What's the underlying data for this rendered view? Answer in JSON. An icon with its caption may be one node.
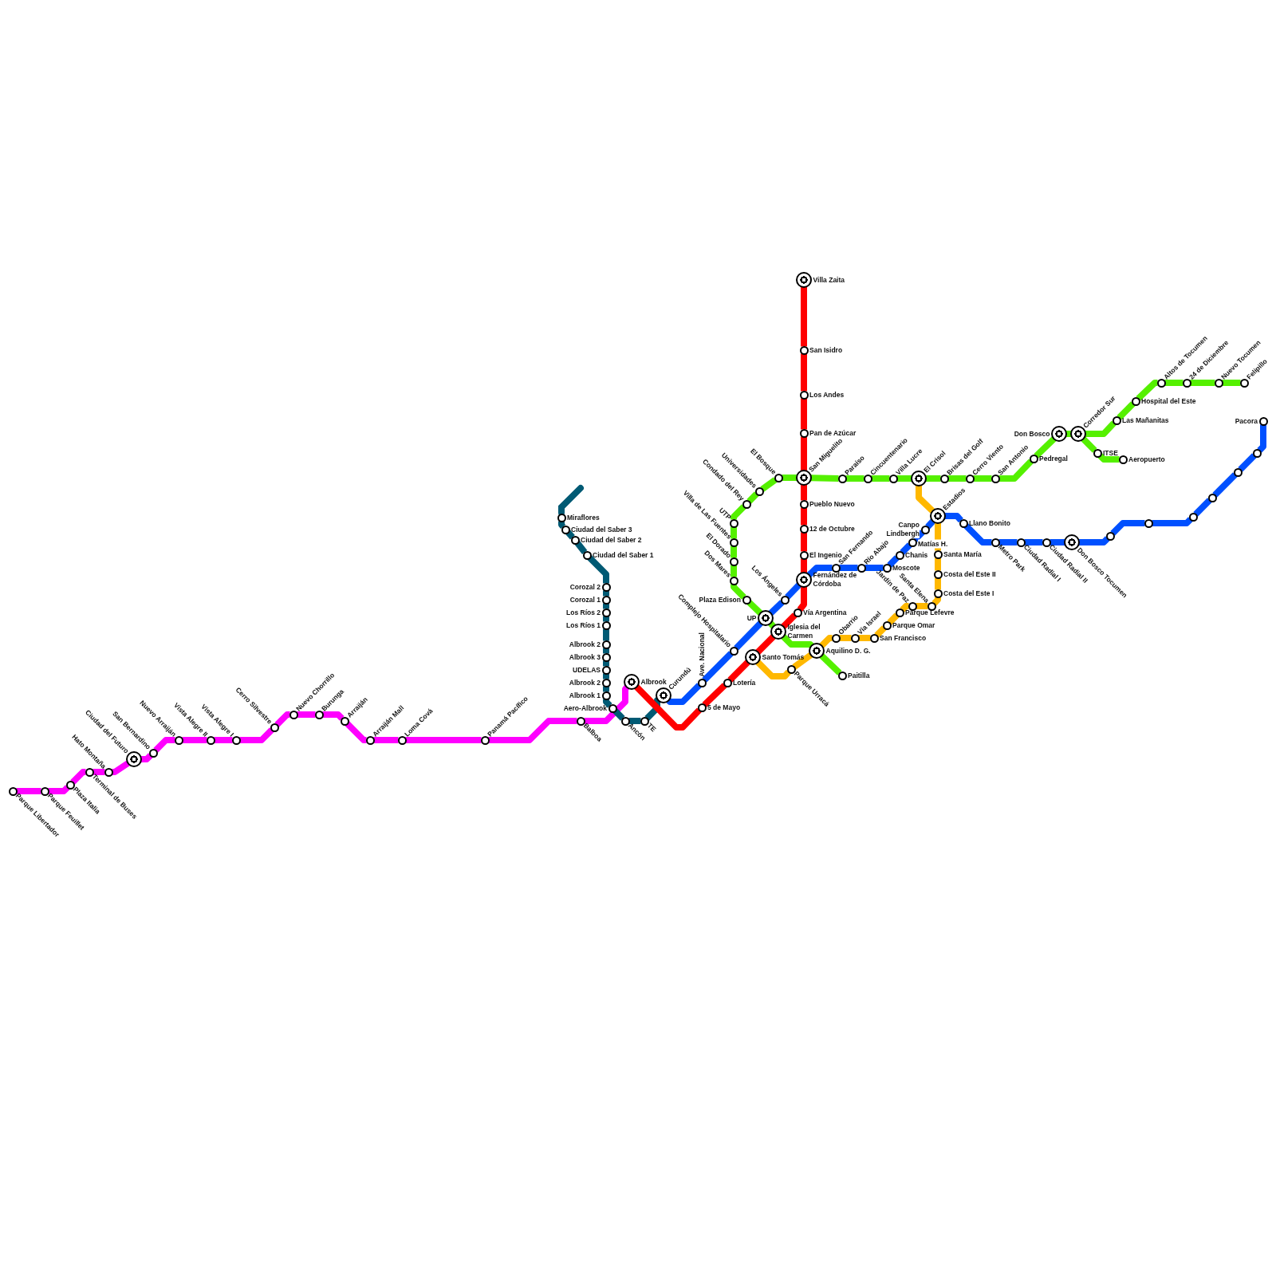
{
  "diagram": {
    "nodes": [
      {
        "text": [
          "Parque Libertador"
        ]
      },
      {
        "text": [
          "Parque Feuillet"
        ]
      },
      {
        "text": [
          "Plaza Italia"
        ]
      },
      {
        "text": [
          "Terminal de Buses"
        ]
      },
      {
        "text": [
          "Hato Montaña"
        ]
      },
      {
        "text": [
          "Ciudad del Futuro"
        ]
      },
      {
        "text": [
          "San Bernardino"
        ]
      },
      {
        "text": [
          "Nuevo Arraiján"
        ]
      },
      {
        "text": [
          "Vista Alegre II"
        ]
      },
      {
        "text": [
          "Vista Alegre I"
        ]
      },
      {
        "text": [
          "Cerro Silvestre"
        ]
      },
      {
        "text": [
          "Nuevo Chorrillo"
        ]
      },
      {
        "text": [
          "Burunga"
        ]
      },
      {
        "text": [
          "Arraiján"
        ]
      },
      {
        "text": [
          "Arraiján Mall"
        ]
      },
      {
        "text": [
          "Loma Cová"
        ]
      },
      {
        "text": [
          "Panamá Pacífico"
        ]
      },
      {
        "text": [
          "Balboa"
        ]
      },
      {
        "text": [
          "Albrook"
        ]
      },
      {
        "text": [
          "Miraflores"
        ]
      },
      {
        "text": [
          "Ciudad del Saber 3"
        ]
      },
      {
        "text": [
          "Ciudad del Saber 2"
        ]
      },
      {
        "text": [
          "Ciudad del Saber 1"
        ]
      },
      {
        "text": [
          "Corozal 2"
        ]
      },
      {
        "text": [
          "Corozal 1"
        ]
      },
      {
        "text": [
          "Los Ríos 2"
        ]
      },
      {
        "text": [
          "Los Ríos 1"
        ]
      },
      {
        "text": [
          "Albrook 2"
        ]
      },
      {
        "text": [
          "Albrook 3"
        ]
      },
      {
        "text": [
          "UDELAS"
        ]
      },
      {
        "text": [
          "Albrook 2"
        ]
      },
      {
        "text": [
          "Albrook 1"
        ]
      },
      {
        "text": [
          "Aero-Albrook"
        ]
      },
      {
        "text": [
          "Ancón"
        ]
      },
      {
        "text": [
          "TE"
        ]
      },
      {
        "text": [
          "Curundú"
        ]
      },
      {
        "text": [
          "Ave. Nacional"
        ]
      },
      {
        "text": [
          "Complejo Hospitalario"
        ]
      },
      {
        "text": [
          "UP"
        ]
      },
      {
        "text": [
          "Los Ángeles"
        ]
      },
      {
        "text": [
          "Fernández de Córdoba"
        ]
      },
      {
        "text": [
          "San Fernando"
        ]
      },
      {
        "text": [
          "Río Abajo"
        ]
      },
      {
        "text": [
          "Moscote"
        ]
      },
      {
        "text": [
          "Chanis"
        ]
      },
      {
        "text": [
          "Matías H."
        ]
      },
      {
        "text": [
          "Canpo Lindbergh"
        ]
      },
      {
        "text": [
          "Estadios"
        ]
      },
      {
        "text": [
          "Llano Bonito"
        ]
      },
      {
        "text": [
          "Metro Park"
        ]
      },
      {
        "text": [
          "Ciudad Radial I"
        ]
      },
      {
        "text": [
          "Ciudad Radial II"
        ]
      },
      {
        "text": [
          "Don Bosco Tocumen"
        ]
      },
      {
        "text": [],
        "shape": "circle"
      },
      {
        "text": [],
        "shape": "circle"
      },
      {
        "text": [],
        "shape": "circle"
      },
      {
        "text": [],
        "shape": "circle"
      },
      {
        "text": [],
        "shape": "circle"
      },
      {
        "text": [],
        "shape": "circle"
      },
      {
        "text": [
          "Pacora"
        ]
      },
      {
        "text": [
          "Villa Zaita"
        ]
      },
      {
        "text": [
          "San Isidro"
        ]
      },
      {
        "text": [
          "Los Andes"
        ]
      },
      {
        "text": [
          "Pan de Azúcar"
        ]
      },
      {
        "text": [
          "San Miguelito"
        ]
      },
      {
        "text": [
          "Pueblo Nuevo"
        ]
      },
      {
        "text": [
          "12 de Octubre"
        ]
      },
      {
        "text": [
          "El Ingenio"
        ]
      },
      {
        "text": [
          "Vía Argentina"
        ]
      },
      {
        "text": [
          "Iglesia del Carmen"
        ]
      },
      {
        "text": [
          "Santo Tomás"
        ]
      },
      {
        "text": [
          "Lotería"
        ]
      },
      {
        "text": [
          "5 de Mayo"
        ]
      },
      {
        "text": [
          "Paitilla"
        ]
      },
      {
        "text": [
          "Aquilino D. G."
        ]
      },
      {
        "text": [
          "Plaza Edison"
        ]
      },
      {
        "text": [
          "Dos Mares"
        ]
      },
      {
        "text": [
          "El Dorado"
        ]
      },
      {
        "text": [
          "Villa de Las Fuentes"
        ]
      },
      {
        "text": [
          "UTP"
        ]
      },
      {
        "text": [
          "Condado del Rey"
        ]
      },
      {
        "text": [
          "Universidades"
        ]
      },
      {
        "text": [
          "El Bosque"
        ]
      },
      {
        "text": [
          "Paraíso"
        ]
      },
      {
        "text": [
          "Cincuentenario"
        ]
      },
      {
        "text": [
          "Villa Lucre"
        ]
      },
      {
        "text": [
          "El Crisol"
        ]
      },
      {
        "text": [
          "Brisas del Golf"
        ]
      },
      {
        "text": [
          "Cerro Viento"
        ]
      },
      {
        "text": [
          "San Antonio"
        ]
      },
      {
        "text": [
          "Pedregal"
        ]
      },
      {
        "text": [
          "Don Bosco"
        ]
      },
      {
        "text": [
          "Corredor Sur"
        ]
      },
      {
        "text": [
          "Las Mañanitas"
        ]
      },
      {
        "text": [
          "Hospital del Este"
        ]
      },
      {
        "text": [
          "Altos de Tocumen"
        ]
      },
      {
        "text": [
          "24 de Diciembre"
        ]
      },
      {
        "text": [
          "Nuevo Tocumen"
        ]
      },
      {
        "text": [
          "Felipillo"
        ]
      },
      {
        "text": [
          "ITSE"
        ]
      },
      {
        "text": [
          "Aeropuerto"
        ]
      },
      {
        "text": [
          "Santa María"
        ]
      },
      {
        "text": [
          "Costa del Este II"
        ]
      },
      {
        "text": [
          "Costa del Este I"
        ]
      },
      {
        "text": [
          "Santa Elena"
        ]
      },
      {
        "text": [
          "Jardín de Paz"
        ]
      },
      {
        "text": [
          "Parque Lefevre"
        ]
      },
      {
        "text": [
          "Parque Omar"
        ]
      },
      {
        "text": [
          "San Francisco"
        ]
      },
      {
        "text": [
          "Vía Israel"
        ]
      },
      {
        "text": [
          "Obarrio"
        ]
      },
      {
        "text": [
          "Parque Urracá"
        ]
      }
    ],
    "edges": [
      {
        "from": 0,
        "to": 1,
        "arrow": "none",
        "color": "#ff00ff"
      },
      {
        "from": 1,
        "to": 2,
        "arrow": "none",
        "color": "#ff00ff"
      },
      {
        "from": 2,
        "to": 3,
        "arrow": "none",
        "color": "#ff00ff"
      },
      {
        "from": 3,
        "to": 4,
        "arrow": "none",
        "color": "#ff00ff"
      },
      {
        "from": 4,
        "to": 5,
        "arrow": "none",
        "color": "#ff00ff"
      },
      {
        "from": 5,
        "to": 6,
        "arrow": "none",
        "color": "#ff00ff"
      },
      {
        "from": 6,
        "to": 7,
        "arrow": "none",
        "color": "#ff00ff"
      },
      {
        "from": 7,
        "to": 8,
        "arrow": "none",
        "color": "#ff00ff"
      },
      {
        "from": 8,
        "to": 9,
        "arrow": "none",
        "color": "#ff00ff"
      },
      {
        "from": 9,
        "to": 10,
        "arrow": "none",
        "color": "#ff00ff"
      },
      {
        "from": 10,
        "to": 11,
        "arrow": "none",
        "color": "#ff00ff"
      },
      {
        "from": 11,
        "to": 12,
        "arrow": "none",
        "color": "#ff00ff"
      },
      {
        "from": 12,
        "to": 13,
        "arrow": "none",
        "color": "#ff00ff"
      },
      {
        "from": 13,
        "to": 14,
        "arrow": "none",
        "color": "#ff00ff"
      },
      {
        "from": 14,
        "to": 15,
        "arrow": "none",
        "color": "#ff00ff"
      },
      {
        "from": 15,
        "to": 16,
        "arrow": "none",
        "color": "#ff00ff"
      },
      {
        "from": 16,
        "to": 17,
        "arrow": "none",
        "color": "#ff00ff"
      },
      {
        "from": 17,
        "to": 18,
        "arrow": "none",
        "color": "#ff00ff"
      },
      {
        "from": 19,
        "to": 20,
        "arrow": "none",
        "color": "#005a74"
      },
      {
        "from": 20,
        "to": 21,
        "arrow": "none",
        "color": "#005a74"
      },
      {
        "from": 21,
        "to": 22,
        "arrow": "none",
        "color": "#005a74"
      },
      {
        "from": 22,
        "to": 23,
        "arrow": "none",
        "color": "#005a74"
      },
      {
        "from": 23,
        "to": 24,
        "arrow": "none",
        "color": "#005a74"
      },
      {
        "from": 24,
        "to": 25,
        "arrow": "none",
        "color": "#005a74"
      },
      {
        "from": 25,
        "to": 26,
        "arrow": "none",
        "color": "#005a74"
      },
      {
        "from": 26,
        "to": 27,
        "arrow": "none",
        "color": "#005a74"
      },
      {
        "from": 27,
        "to": 28,
        "arrow": "none",
        "color": "#005a74"
      },
      {
        "from": 28,
        "to": 29,
        "arrow": "none",
        "color": "#005a74"
      },
      {
        "from": 29,
        "to": 30,
        "arrow": "none",
        "color": "#005a74"
      },
      {
        "from": 30,
        "to": 31,
        "arrow": "none",
        "color": "#005a74"
      },
      {
        "from": 31,
        "to": 32,
        "arrow": "none",
        "color": "#005a74"
      },
      {
        "from": 32,
        "to": 33,
        "arrow": "none",
        "color": "#005a74"
      },
      {
        "from": 33,
        "to": 34,
        "arrow": "none",
        "color": "#005a74"
      },
      {
        "from": 34,
        "to": 35,
        "arrow": "none",
        "color": "#005a74"
      },
      {
        "from": 35,
        "to": 36,
        "arrow": "none",
        "color": "#0050ff"
      },
      {
        "from": 36,
        "to": 37,
        "arrow": "none",
        "color": "#0050ff"
      },
      {
        "from": 37,
        "to": 38,
        "arrow": "none",
        "color": "#0050ff"
      },
      {
        "from": 38,
        "to": 39,
        "arrow": "none",
        "color": "#0050ff"
      },
      {
        "from": 39,
        "to": 40,
        "arrow": "none",
        "color": "#0050ff"
      },
      {
        "from": 40,
        "to": 41,
        "arrow": "none",
        "color": "#0050ff"
      },
      {
        "from": 41,
        "to": 42,
        "arrow": "none",
        "color": "#0050ff"
      },
      {
        "from": 42,
        "to": 43,
        "arrow": "none",
        "color": "#0050ff"
      },
      {
        "from": 43,
        "to": 44,
        "arrow": "none",
        "color": "#0050ff"
      },
      {
        "from": 44,
        "to": 45,
        "arrow": "none",
        "color": "#0050ff"
      },
      {
        "from": 45,
        "to": 46,
        "arrow": "none",
        "color": "#0050ff"
      },
      {
        "from": 46,
        "to": 47,
        "arrow": "none",
        "color": "#0050ff"
      },
      {
        "from": 47,
        "to": 48,
        "arrow": "none",
        "color": "#0050ff"
      },
      {
        "from": 48,
        "to": 49,
        "arrow": "none",
        "color": "#0050ff"
      },
      {
        "from": 49,
        "to": 50,
        "arrow": "none",
        "color": "#0050ff"
      },
      {
        "from": 50,
        "to": 51,
        "arrow": "none",
        "color": "#0050ff"
      },
      {
        "from": 51,
        "to": 52,
        "arrow": "none",
        "color": "#0050ff"
      },
      {
        "from": 52,
        "to": 53,
        "arrow": "none",
        "color": "#0050ff"
      },
      {
        "from": 53,
        "to": 54,
        "arrow": "none",
        "color": "#0050ff"
      },
      {
        "from": 54,
        "to": 55,
        "arrow": "none",
        "color": "#0050ff"
      },
      {
        "from": 55,
        "to": 56,
        "arrow": "none",
        "color": "#0050ff"
      },
      {
        "from": 56,
        "to": 57,
        "arrow": "none",
        "color": "#0050ff"
      },
      {
        "from": 57,
        "to": 58,
        "arrow": "none",
        "color": "#0050ff"
      },
      {
        "from": 58,
        "to": 59,
        "arrow": "none",
        "color": "#0050ff"
      },
      {
        "from": 60,
        "to": 61,
        "arrow": "none",
        "color": "#ff0000"
      },
      {
        "from": 61,
        "to": 62,
        "arrow": "none",
        "color": "#ff0000"
      },
      {
        "from": 62,
        "to": 63,
        "arrow": "none",
        "color": "#ff0000"
      },
      {
        "from": 63,
        "to": 64,
        "arrow": "none",
        "color": "#ff0000"
      },
      {
        "from": 64,
        "to": 65,
        "arrow": "none",
        "color": "#ff0000"
      },
      {
        "from": 65,
        "to": 66,
        "arrow": "none",
        "color": "#ff0000"
      },
      {
        "from": 66,
        "to": 67,
        "arrow": "none",
        "color": "#ff0000"
      },
      {
        "from": 67,
        "to": 40,
        "arrow": "none",
        "color": "#ff0000"
      },
      {
        "from": 40,
        "to": 68,
        "arrow": "none",
        "color": "#ff0000"
      },
      {
        "from": 68,
        "to": 69,
        "arrow": "none",
        "color": "#ff0000"
      },
      {
        "from": 69,
        "to": 70,
        "arrow": "none",
        "color": "#ff0000"
      },
      {
        "from": 70,
        "to": 71,
        "arrow": "none",
        "color": "#ff0000"
      },
      {
        "from": 71,
        "to": 72,
        "arrow": "none",
        "color": "#ff0000"
      },
      {
        "from": 72,
        "to": 18,
        "arrow": "none",
        "color": "#ff0000"
      },
      {
        "from": 73,
        "to": 74,
        "arrow": "none",
        "color": "#55f000"
      },
      {
        "from": 74,
        "to": 69,
        "arrow": "none",
        "color": "#55f000"
      },
      {
        "from": 69,
        "to": 38,
        "arrow": "none",
        "color": "#55f000"
      },
      {
        "from": 38,
        "to": 75,
        "arrow": "none",
        "color": "#55f000"
      },
      {
        "from": 75,
        "to": 76,
        "arrow": "none",
        "color": "#55f000"
      },
      {
        "from": 76,
        "to": 77,
        "arrow": "none",
        "color": "#55f000"
      },
      {
        "from": 77,
        "to": 78,
        "arrow": "none",
        "color": "#55f000"
      },
      {
        "from": 78,
        "to": 79,
        "arrow": "none",
        "color": "#55f000"
      },
      {
        "from": 79,
        "to": 80,
        "arrow": "none",
        "color": "#55f000"
      },
      {
        "from": 80,
        "to": 81,
        "arrow": "none",
        "color": "#55f000"
      },
      {
        "from": 81,
        "to": 82,
        "arrow": "none",
        "color": "#55f000"
      },
      {
        "from": 82,
        "to": 64,
        "arrow": "none",
        "color": "#55f000"
      },
      {
        "from": 64,
        "to": 83,
        "arrow": "none",
        "color": "#55f000"
      },
      {
        "from": 83,
        "to": 84,
        "arrow": "none",
        "color": "#55f000"
      },
      {
        "from": 84,
        "to": 85,
        "arrow": "none",
        "color": "#55f000"
      },
      {
        "from": 85,
        "to": 86,
        "arrow": "none",
        "color": "#55f000"
      },
      {
        "from": 86,
        "to": 87,
        "arrow": "none",
        "color": "#55f000"
      },
      {
        "from": 87,
        "to": 88,
        "arrow": "none",
        "color": "#55f000"
      },
      {
        "from": 88,
        "to": 89,
        "arrow": "none",
        "color": "#55f000"
      },
      {
        "from": 89,
        "to": 90,
        "arrow": "none",
        "color": "#55f000"
      },
      {
        "from": 90,
        "to": 91,
        "arrow": "none",
        "color": "#55f000"
      },
      {
        "from": 91,
        "to": 92,
        "arrow": "none",
        "color": "#55f000"
      },
      {
        "from": 92,
        "to": 93,
        "arrow": "none",
        "color": "#55f000"
      },
      {
        "from": 93,
        "to": 94,
        "arrow": "none",
        "color": "#55f000"
      },
      {
        "from": 94,
        "to": 95,
        "arrow": "none",
        "color": "#55f000"
      },
      {
        "from": 95,
        "to": 96,
        "arrow": "none",
        "color": "#55f000"
      },
      {
        "from": 96,
        "to": 97,
        "arrow": "none",
        "color": "#55f000"
      },
      {
        "from": 97,
        "to": 98,
        "arrow": "none",
        "color": "#55f000"
      },
      {
        "from": 92,
        "to": 99,
        "arrow": "none",
        "color": "#55f000"
      },
      {
        "from": 99,
        "to": 100,
        "arrow": "none",
        "color": "#55f000"
      },
      {
        "from": 86,
        "to": 47,
        "arrow": "none",
        "color": "#ffb800"
      },
      {
        "from": 47,
        "to": 101,
        "arrow": "none",
        "color": "#ffb800"
      },
      {
        "from": 101,
        "to": 102,
        "arrow": "none",
        "color": "#ffb800"
      },
      {
        "from": 102,
        "to": 103,
        "arrow": "none",
        "color": "#ffb800"
      },
      {
        "from": 103,
        "to": 104,
        "arrow": "none",
        "color": "#ffb800"
      },
      {
        "from": 104,
        "to": 105,
        "arrow": "none",
        "color": "#ffb800"
      },
      {
        "from": 105,
        "to": 106,
        "arrow": "none",
        "color": "#ffb800"
      },
      {
        "from": 106,
        "to": 107,
        "arrow": "none",
        "color": "#ffb800"
      },
      {
        "from": 107,
        "to": 108,
        "arrow": "none",
        "color": "#ffb800"
      },
      {
        "from": 108,
        "to": 109,
        "arrow": "none",
        "color": "#ffb800"
      },
      {
        "from": 109,
        "to": 110,
        "arrow": "none",
        "color": "#ffb800"
      },
      {
        "from": 110,
        "to": 74,
        "arrow": "none",
        "color": "#ffb800"
      },
      {
        "from": 74,
        "to": 111,
        "arrow": "none",
        "color": "#ffb800"
      },
      {
        "from": 111,
        "to": 70,
        "arrow": "none",
        "color": "#ffb800"
      }
    ]
  }
}
